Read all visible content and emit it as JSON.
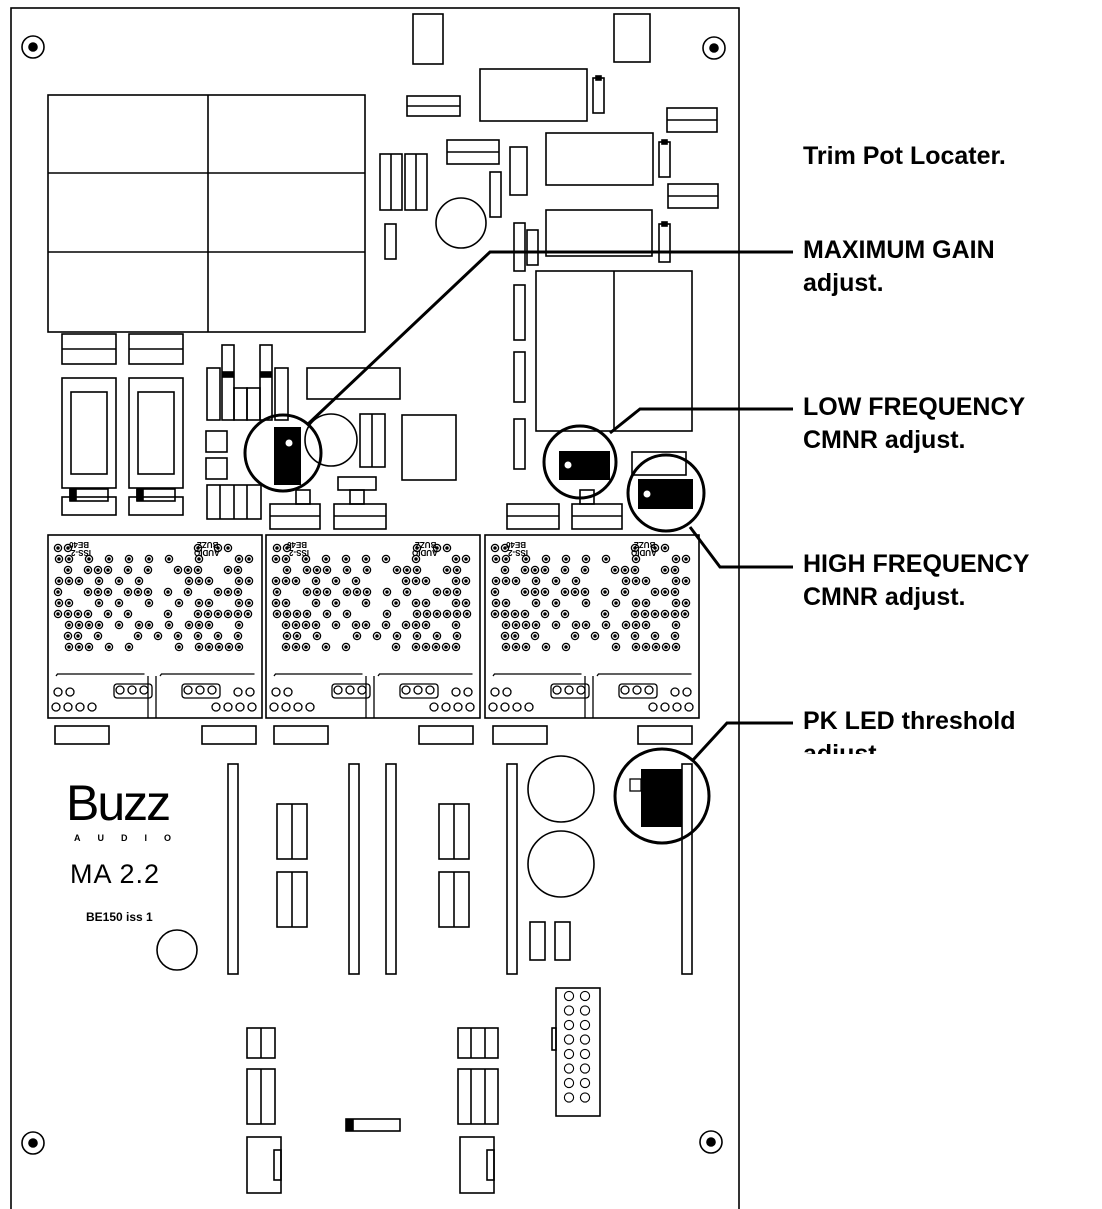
{
  "diagram": {
    "title": "Trim Pot Locater.",
    "callouts": [
      {
        "id": "max-gain",
        "lines": [
          "MAXIMUM GAIN",
          "adjust."
        ]
      },
      {
        "id": "low-cmnr",
        "lines": [
          "LOW FREQUENCY",
          "CMNR adjust."
        ]
      },
      {
        "id": "high-cmnr",
        "lines": [
          "HIGH FREQUENCY",
          "CMNR adjust."
        ]
      },
      {
        "id": "pk-led",
        "lines": [
          "PK LED threshold",
          "adjust."
        ]
      }
    ]
  },
  "board": {
    "brand": "Buzz",
    "brand_sub": "AUDIO",
    "model": "MA 2.2",
    "part_number": "BE150 iss 1",
    "module_labels": [
      "BE40",
      "ISS-2",
      "BUZZ",
      "AUDIO"
    ]
  }
}
